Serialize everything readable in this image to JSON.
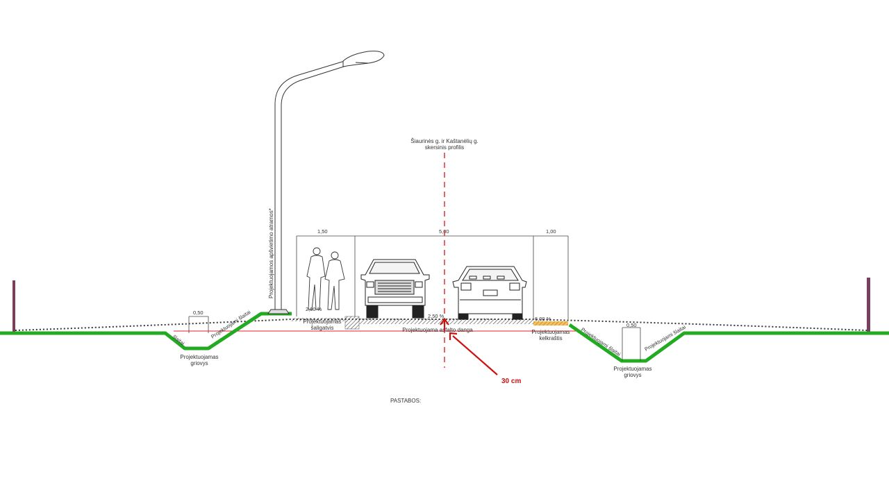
{
  "title": {
    "line1": "Šiaurinės g. ir Kaštanėlių g.",
    "line2": "skersinis profilis"
  },
  "dimensions": {
    "sidewalk_width": "1,50",
    "road_width": "5,00",
    "shoulder_width": "1,00",
    "ditch_left_width": "0,50",
    "ditch_right_width": "0,50"
  },
  "slopes": {
    "sidewalk": "2,00 %",
    "road": "2,50 %",
    "shoulder": "6,00 %"
  },
  "labels": {
    "lighting_pole": "Projektuojamos apšvietimo atramos*",
    "sidewalk_line1": "Projektuojamas",
    "sidewalk_line2": "šaligatvis",
    "asphalt": "Projektuojama asfalto danga",
    "shoulder_line1": "Projektuojamas",
    "shoulder_line2": "kelkraštis",
    "ditch_left_line1": "Projektuojamas",
    "ditch_left_line2": "griovys",
    "ditch_right_line1": "Projektuojamas",
    "ditch_right_line2": "griovys",
    "slopes_left_a": "šlaitai",
    "slopes_left_b": "Projektuojami šlaitai",
    "slopes_right_a": "Projektuojami šlaitai",
    "slopes_right_b": "Projektuojami šlaitai",
    "notes": "PASTABOS:"
  },
  "annotation": {
    "depth": "30 cm",
    "color": "#cc1111"
  },
  "colors": {
    "grade": "#22aa22",
    "posts": "#7a3f5c",
    "design_line": "#e02020",
    "shoulder_fill": "#f0a020"
  }
}
